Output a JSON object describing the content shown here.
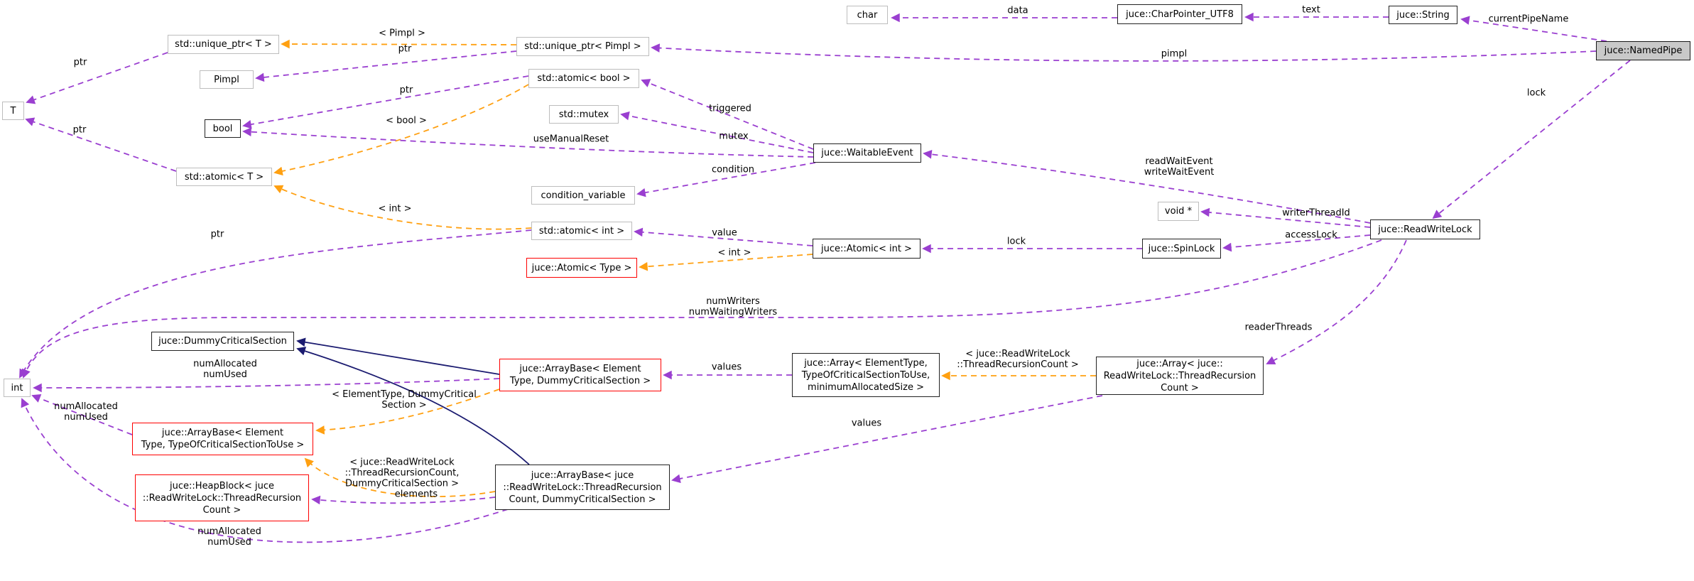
{
  "diagram": {
    "kind": "collaboration-graph",
    "current_class": "juce::NamedPipe",
    "colors": {
      "usage_edge": "#9a3fd0",
      "template_edge": "#ffa011",
      "inheritance_edge": "#1b1b70",
      "current_fill": "#c9c9c9",
      "truncated_border": "#fe0000",
      "external_border": "#bdbdbd",
      "documented_border": "#222222",
      "background": "#ffffff"
    },
    "nodes": [
      {
        "id": "t",
        "kind": "external",
        "label_lines": [
          "T"
        ]
      },
      {
        "id": "int",
        "kind": "external",
        "label_lines": [
          "int"
        ]
      },
      {
        "id": "char",
        "kind": "external",
        "label_lines": [
          "char"
        ]
      },
      {
        "id": "void_ptr",
        "kind": "external",
        "label_lines": [
          "void *"
        ]
      },
      {
        "id": "unique_ptr_t",
        "kind": "external",
        "label_lines": [
          "std::unique_ptr< T >"
        ]
      },
      {
        "id": "unique_ptr_pimpl",
        "kind": "external",
        "label_lines": [
          "std::unique_ptr< Pimpl >"
        ]
      },
      {
        "id": "pimpl",
        "kind": "external",
        "label_lines": [
          "Pimpl"
        ]
      },
      {
        "id": "atomic_bool",
        "kind": "external",
        "label_lines": [
          "std::atomic< bool >"
        ]
      },
      {
        "id": "std_mutex",
        "kind": "external",
        "label_lines": [
          "std::mutex"
        ]
      },
      {
        "id": "bool",
        "kind": "documented",
        "label_lines": [
          "bool"
        ]
      },
      {
        "id": "waitable_event",
        "kind": "documented",
        "label_lines": [
          "juce::WaitableEvent"
        ]
      },
      {
        "id": "atomic_t",
        "kind": "external",
        "label_lines": [
          "std::atomic< T >"
        ]
      },
      {
        "id": "condition_variable",
        "kind": "external",
        "label_lines": [
          "condition_variable"
        ]
      },
      {
        "id": "read_write_lock",
        "kind": "documented",
        "label_lines": [
          "juce::ReadWriteLock"
        ]
      },
      {
        "id": "std_atomic_int",
        "kind": "external",
        "label_lines": [
          "std::atomic< int >"
        ]
      },
      {
        "id": "juce_atomic_int",
        "kind": "documented",
        "label_lines": [
          "juce::Atomic< int >"
        ]
      },
      {
        "id": "spin_lock",
        "kind": "documented",
        "label_lines": [
          "juce::SpinLock"
        ]
      },
      {
        "id": "juce_atomic_type",
        "kind": "truncated",
        "label_lines": [
          "juce::Atomic< Type >"
        ]
      },
      {
        "id": "charpointer_utf8",
        "kind": "documented",
        "label_lines": [
          "juce::CharPointer_UTF8"
        ]
      },
      {
        "id": "string",
        "kind": "documented",
        "label_lines": [
          "juce::String"
        ]
      },
      {
        "id": "namedpipe",
        "kind": "current",
        "label_lines": [
          "juce::NamedPipe"
        ]
      },
      {
        "id": "dummy_critical_section",
        "kind": "documented",
        "label_lines": [
          "juce::DummyCriticalSection"
        ]
      },
      {
        "id": "arraybase_et_dcs",
        "kind": "truncated",
        "label_lines": [
          "juce::ArrayBase< Element",
          "Type, DummyCriticalSection >"
        ]
      },
      {
        "id": "array_template",
        "kind": "documented",
        "label_lines": [
          "juce::Array< ElementType,",
          "TypeOfCriticalSectionToUse,",
          "minimumAllocatedSize >"
        ]
      },
      {
        "id": "array_trc",
        "kind": "documented",
        "label_lines": [
          "juce::Array< juce::",
          "ReadWriteLock::ThreadRecursion",
          "Count >"
        ]
      },
      {
        "id": "arraybase_et_tocs",
        "kind": "truncated",
        "label_lines": [
          "juce::ArrayBase< Element",
          "Type, TypeOfCriticalSectionToUse >"
        ]
      },
      {
        "id": "heapblock_trc",
        "kind": "truncated",
        "label_lines": [
          "juce::HeapBlock< juce",
          "::ReadWriteLock::ThreadRecursion",
          "Count >"
        ]
      },
      {
        "id": "arraybase_trc_dcs",
        "kind": "documented",
        "label_lines": [
          "juce::ArrayBase< juce",
          "::ReadWriteLock::ThreadRecursion",
          "Count, DummyCriticalSection >"
        ]
      }
    ],
    "edges": [
      {
        "id": "e_data",
        "from": "charpointer_utf8",
        "to": "char",
        "kind": "usage",
        "label_lines": [
          "data"
        ]
      },
      {
        "id": "e_text",
        "from": "string",
        "to": "charpointer_utf8",
        "kind": "usage",
        "label_lines": [
          "text"
        ]
      },
      {
        "id": "e_currentpipename",
        "from": "namedpipe",
        "to": "string",
        "kind": "usage",
        "label_lines": [
          "currentPipeName"
        ]
      },
      {
        "id": "e_pimpl",
        "from": "namedpipe",
        "to": "unique_ptr_pimpl",
        "kind": "usage",
        "label_lines": [
          "pimpl"
        ]
      },
      {
        "id": "e_lock_np",
        "from": "namedpipe",
        "to": "read_write_lock",
        "kind": "usage",
        "label_lines": [
          "lock"
        ]
      },
      {
        "id": "e_tmpl_pimpl",
        "from": "unique_ptr_pimpl",
        "to": "unique_ptr_t",
        "kind": "template",
        "label_lines": [
          "< Pimpl >"
        ]
      },
      {
        "id": "e_ptr_up",
        "from": "unique_ptr_pimpl",
        "to": "pimpl",
        "kind": "usage",
        "label_lines": [
          "ptr"
        ]
      },
      {
        "id": "e_ptr_ut",
        "from": "unique_ptr_t",
        "to": "t",
        "kind": "usage",
        "label_lines": [
          "ptr"
        ]
      },
      {
        "id": "e_ptr_at",
        "from": "atomic_t",
        "to": "t",
        "kind": "usage",
        "label_lines": [
          "ptr"
        ]
      },
      {
        "id": "e_ptr_ab",
        "from": "atomic_bool",
        "to": "bool",
        "kind": "usage",
        "label_lines": [
          "ptr"
        ]
      },
      {
        "id": "e_tmpl_bool",
        "from": "atomic_bool",
        "to": "atomic_t",
        "kind": "template",
        "label_lines": [
          "< bool >"
        ]
      },
      {
        "id": "e_triggered",
        "from": "waitable_event",
        "to": "atomic_bool",
        "kind": "usage",
        "label_lines": [
          "triggered"
        ]
      },
      {
        "id": "e_mutex",
        "from": "waitable_event",
        "to": "std_mutex",
        "kind": "usage",
        "label_lines": [
          "mutex"
        ]
      },
      {
        "id": "e_usemanualreset",
        "from": "waitable_event",
        "to": "bool",
        "kind": "usage",
        "label_lines": [
          "useManualReset"
        ]
      },
      {
        "id": "e_condition",
        "from": "waitable_event",
        "to": "condition_variable",
        "kind": "usage",
        "label_lines": [
          "condition"
        ]
      },
      {
        "id": "e_waitevents",
        "from": "read_write_lock",
        "to": "waitable_event",
        "kind": "usage",
        "label_lines": [
          "readWaitEvent",
          "writeWaitEvent"
        ]
      },
      {
        "id": "e_writerthreadid",
        "from": "read_write_lock",
        "to": "void_ptr",
        "kind": "usage",
        "label_lines": [
          "writerThreadId"
        ]
      },
      {
        "id": "e_accesslock",
        "from": "read_write_lock",
        "to": "spin_lock",
        "kind": "usage",
        "label_lines": [
          "accessLock"
        ]
      },
      {
        "id": "e_lock_sl",
        "from": "spin_lock",
        "to": "juce_atomic_int",
        "kind": "usage",
        "label_lines": [
          "lock"
        ]
      },
      {
        "id": "e_value",
        "from": "juce_atomic_int",
        "to": "std_atomic_int",
        "kind": "usage",
        "label_lines": [
          "value"
        ]
      },
      {
        "id": "e_tmpl_int_j",
        "from": "juce_atomic_int",
        "to": "juce_atomic_type",
        "kind": "template",
        "label_lines": [
          "< int >"
        ]
      },
      {
        "id": "e_tmpl_int_s",
        "from": "std_atomic_int",
        "to": "atomic_t",
        "kind": "template",
        "label_lines": [
          "< int >"
        ]
      },
      {
        "id": "e_ptr_ai",
        "from": "std_atomic_int",
        "to": "int",
        "kind": "usage",
        "label_lines": [
          "ptr"
        ]
      },
      {
        "id": "e_numwriters",
        "from": "read_write_lock",
        "to": "int",
        "kind": "usage",
        "label_lines": [
          "numWriters",
          "numWaitingWriters"
        ]
      },
      {
        "id": "e_readerthreads",
        "from": "read_write_lock",
        "to": "array_trc",
        "kind": "usage",
        "label_lines": [
          "readerThreads"
        ]
      },
      {
        "id": "e_values1",
        "from": "array_template",
        "to": "arraybase_et_dcs",
        "kind": "usage",
        "label_lines": [
          "values"
        ]
      },
      {
        "id": "e_tmpl_array",
        "from": "array_trc",
        "to": "array_template",
        "kind": "template",
        "label_lines": [
          "< juce::ReadWriteLock",
          "::ThreadRecursionCount >"
        ]
      },
      {
        "id": "e_values2",
        "from": "array_trc",
        "to": "arraybase_trc_dcs",
        "kind": "usage",
        "label_lines": [
          "values"
        ]
      },
      {
        "id": "e_inherit1",
        "from": "arraybase_et_dcs",
        "to": "dummy_critical_section",
        "kind": "inheritance",
        "label_lines": []
      },
      {
        "id": "e_inherit2",
        "from": "arraybase_trc_dcs",
        "to": "dummy_critical_section",
        "kind": "inheritance",
        "label_lines": []
      },
      {
        "id": "e_tmpl_ab1",
        "from": "arraybase_et_dcs",
        "to": "arraybase_et_tocs",
        "kind": "template",
        "label_lines": [
          "< ElementType, DummyCritical",
          "Section >"
        ]
      },
      {
        "id": "e_tmpl_ab2",
        "from": "arraybase_trc_dcs",
        "to": "arraybase_et_tocs",
        "kind": "template",
        "label_lines": [
          "< juce::ReadWriteLock",
          "::ThreadRecursionCount,",
          "DummyCriticalSection >"
        ]
      },
      {
        "id": "e_numalloc1",
        "from": "arraybase_et_dcs",
        "to": "int",
        "kind": "usage",
        "label_lines": [
          "numAllocated",
          "numUsed"
        ]
      },
      {
        "id": "e_numalloc2",
        "from": "arraybase_et_tocs",
        "to": "int",
        "kind": "usage",
        "label_lines": [
          "numAllocated",
          "numUsed"
        ]
      },
      {
        "id": "e_numalloc3",
        "from": "arraybase_trc_dcs",
        "to": "int",
        "kind": "usage",
        "label_lines": [
          "numAllocated",
          "numUsed"
        ]
      },
      {
        "id": "e_elements",
        "from": "arraybase_trc_dcs",
        "to": "heapblock_trc",
        "kind": "usage",
        "label_lines": [
          "elements"
        ]
      }
    ]
  }
}
